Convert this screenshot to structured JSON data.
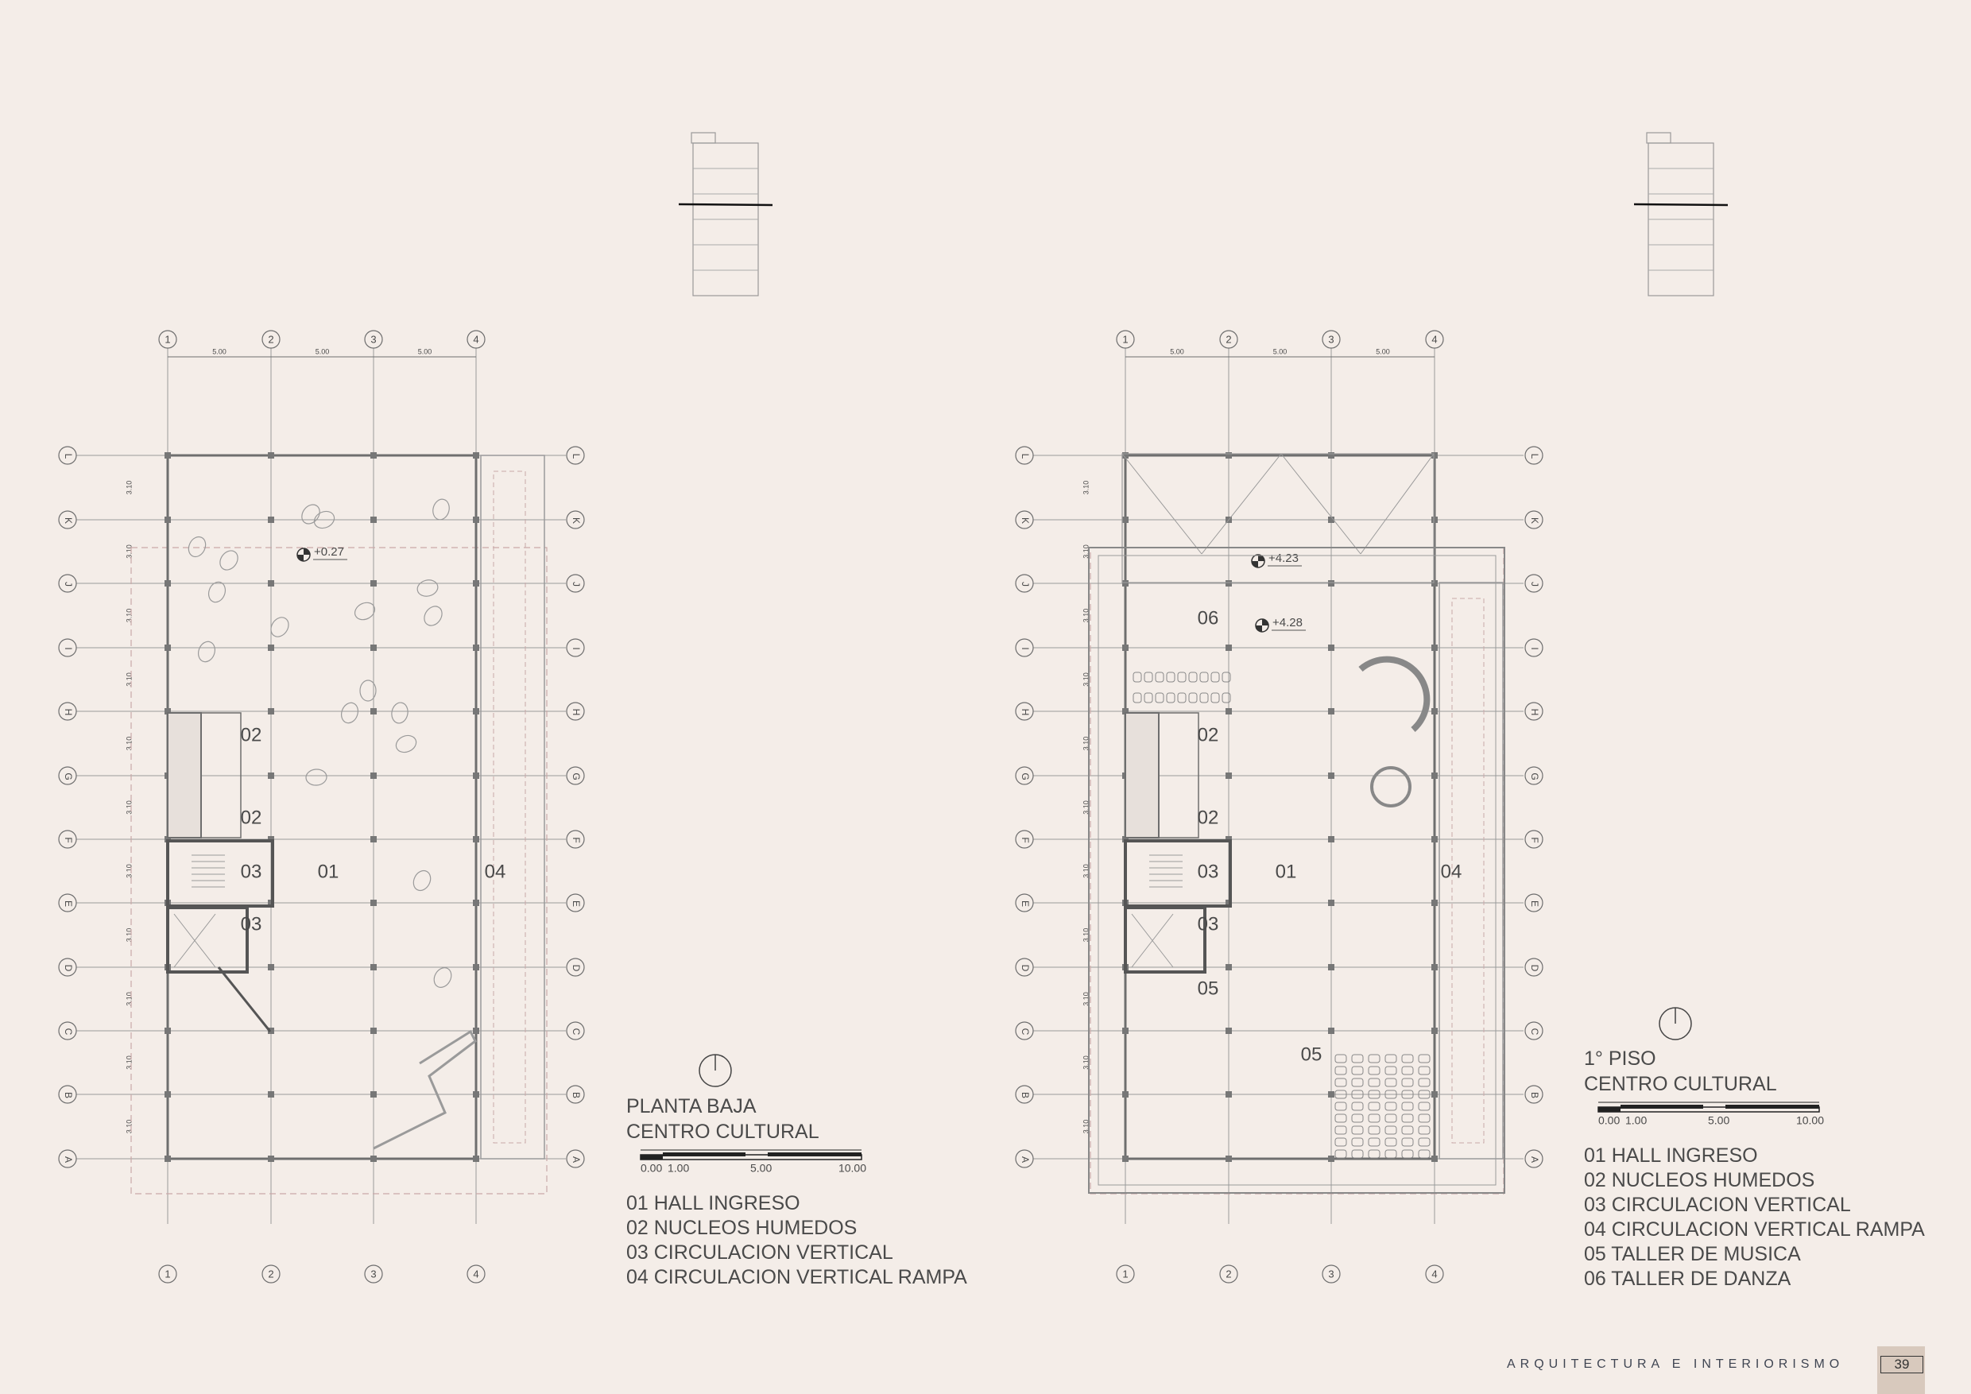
{
  "footer": {
    "text": "ARQUITECTURA E INTERIORISMO",
    "page": "39"
  },
  "dim_label": "5.00",
  "row_dim_label": "3.10",
  "grid": {
    "columns": [
      "1",
      "2",
      "3",
      "4"
    ],
    "rows": [
      "A",
      "B",
      "C",
      "D",
      "E",
      "F",
      "G",
      "H",
      "I",
      "J",
      "K",
      "L"
    ]
  },
  "plan_left": {
    "title": [
      "PLANTA BAJA",
      "CENTRO CULTURAL"
    ],
    "levels": [
      "+0.27"
    ],
    "room_tags": [
      "02",
      "02",
      "03",
      "01",
      "04",
      "03"
    ],
    "scale": [
      "0.00",
      "1.00",
      "5.00",
      "10.00"
    ],
    "legend": [
      "01 HALL INGRESO",
      "02 NUCLEOS HUMEDOS",
      "03 CIRCULACION VERTICAL",
      "04 CIRCULACION VERTICAL RAMPA"
    ]
  },
  "plan_right": {
    "title": [
      "1° PISO",
      "CENTRO CULTURAL"
    ],
    "levels": [
      "+4.23",
      "+4.28"
    ],
    "room_tags": [
      "06",
      "02",
      "02",
      "03",
      "01",
      "04",
      "03",
      "05",
      "05"
    ],
    "scale": [
      "0.00",
      "1.00",
      "5.00",
      "10.00"
    ],
    "legend": [
      "01 HALL INGRESO",
      "02 NUCLEOS HUMEDOS",
      "03 CIRCULACION VERTICAL",
      "04 CIRCULACION VERTICAL RAMPA",
      "05 TALLER DE MUSICA",
      "06 TALLER DE DANZA"
    ]
  }
}
